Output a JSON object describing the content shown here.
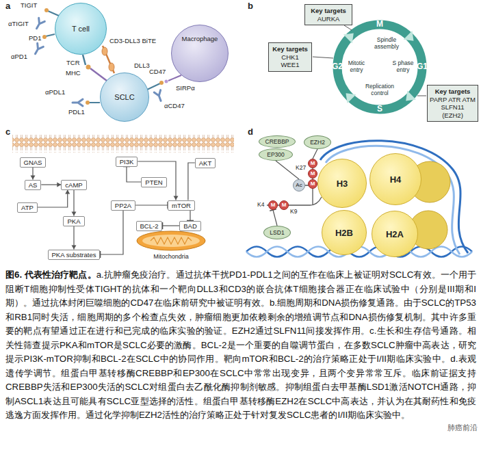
{
  "diagram": {
    "title": "图6. 代表性治疗靶点。",
    "caption": "a.抗肿瘤免疫治疗。通过抗体干扰PD1-PDL1之间的互作在临床上被证明对SCLC有效。一个用于阻断T细胞抑制性受体TIGHT的抗体和一个靶向DLL3和CD3的嵌合抗体T细胞接合器正在临床试验中（分别是III期和I期）。通过抗体封闭巨噬细胞的CD47在临床前研究中被证明有效。b.细胞周期和DNA损伤修复通路。由于SCLC的TP53和RB1同时失活，细胞周期的多个检查点失效，肿瘤细胞更加依赖剩余的增殖调节点和DNA损伤修复机制。其中许多重要的靶点有望通过正在进行和已完成的临床实验的验证。EZH2通过SLFN11间接发挥作用。c.生长和生存信号通路。相关性筛查提示PKA和mTOR是SCLC必要的激酶。BCL-2是一个重要的自噬调节蛋白，在多数SCLC肿瘤中高表达，研究提示PI3K-mTOR抑制和BCL-2在SCLC中的协同作用。靶向mTOR和BCL-2的治疗策略正处于I/II期临床实验中。d.表观遗传学调节。组蛋白甲基转移酶CREBBP和EP300在SCLC中常常出现变异，且两个变异常常互斥。临床前证据支持CREBBP失活和EP300失活的SCLC对组蛋白去乙酰化酶抑制剂敏感。抑制组蛋白去甲基酶LSD1激活NOTCH通路，抑制ASCL1表达且可能具有SCLC亚型选择的活性。组蛋白甲基转移酶EZH2在SCLC中高表达，并认为在其耐药性和免疫逃逸方面发挥作用。通过化学抑制EZH2活性的治疗策略正处于针对复发SCLC患者的I/II期临床实验中。",
    "nodes": [
      {
        "text": [
          "T cell"
        ]
      },
      {
        "text": [
          "SCLC"
        ]
      },
      {
        "text": [
          "Macrophage"
        ]
      },
      {
        "text": [
          "Key targets",
          "AURKA"
        ]
      },
      {
        "text": [
          "Key targets",
          "CHK1 WEE1"
        ]
      },
      {
        "text": [
          "Key targets",
          "PARP ATR ATM SLFN11 (EZH2)"
        ]
      },
      {
        "text": [
          "GNAS"
        ]
      },
      {
        "text": [
          "PI3K"
        ]
      },
      {
        "text": [
          "AKT"
        ]
      },
      {
        "text": [
          "AS"
        ]
      },
      {
        "text": [
          "cAMP"
        ]
      },
      {
        "text": [
          "PTEN"
        ]
      },
      {
        "text": [
          "ATP"
        ]
      },
      {
        "text": [
          "PP2A"
        ]
      },
      {
        "text": [
          "mTOR"
        ]
      },
      {
        "text": [
          "PKA"
        ]
      },
      {
        "text": [
          "BCL-2"
        ]
      },
      {
        "text": [
          "BAD"
        ]
      },
      {
        "text": [
          "PKA substrates"
        ]
      },
      {
        "text": [
          "CREBBP"
        ]
      },
      {
        "text": [
          "EP300"
        ]
      },
      {
        "text": [
          "EZH2"
        ]
      },
      {
        "text": [
          "M"
        ]
      },
      {
        "text": [
          "M"
        ]
      },
      {
        "text": [
          "M"
        ]
      },
      {
        "text": [
          "Ac"
        ]
      },
      {
        "text": [
          "M"
        ]
      },
      {
        "text": [
          "M"
        ]
      },
      {
        "text": [
          "LSD1"
        ]
      },
      {
        "text": [
          "H3"
        ]
      },
      {
        "text": [
          "H4"
        ]
      },
      {
        "text": [
          "H2B"
        ]
      },
      {
        "text": [
          "H2A"
        ]
      }
    ],
    "edges": [
      {
        "from": 6,
        "to": 9,
        "arrow": "to"
      },
      {
        "from": 9,
        "to": 10,
        "arrow": "to"
      },
      {
        "from": 12,
        "to": 10,
        "arrow": "to"
      },
      {
        "from": 10,
        "to": 15,
        "arrow": "to"
      },
      {
        "from": 15,
        "to": 18,
        "arrow": "to"
      },
      {
        "from": 13,
        "to": 18,
        "arrow": "to"
      },
      {
        "from": 7,
        "to": 14,
        "arrow": "to"
      },
      {
        "from": 8,
        "to": 14,
        "arrow": "none"
      },
      {
        "from": 11,
        "to": 7,
        "arrow": "to"
      },
      {
        "from": 13,
        "to": 14,
        "arrow": "to"
      },
      {
        "from": 14,
        "to": 17,
        "arrow": "to"
      },
      {
        "from": 17,
        "to": 16,
        "arrow": "to"
      },
      {
        "from": 20,
        "to": 25,
        "arrow": "none"
      },
      {
        "from": 21,
        "to": 22,
        "arrow": "none"
      },
      {
        "from": 28,
        "to": 26,
        "arrow": "to"
      }
    ],
    "labels": [
      "a",
      "TIGIT",
      "αTIGIT",
      "PD1",
      "αPD1",
      "TCR",
      "MHC",
      "CD3-DLL3 BiTE",
      "DLL3",
      "CD47",
      "SIRPα",
      "αPDL1",
      "PDL1",
      "αCD47",
      "b",
      "M",
      "G1",
      "S",
      "G2",
      "Spindle assembly",
      "S phase entry",
      "Replication control",
      "Mitotic entry",
      "c",
      "Mitochondria",
      "d",
      "K27",
      "K4",
      "K9",
      "肺癌前沿"
    ]
  }
}
